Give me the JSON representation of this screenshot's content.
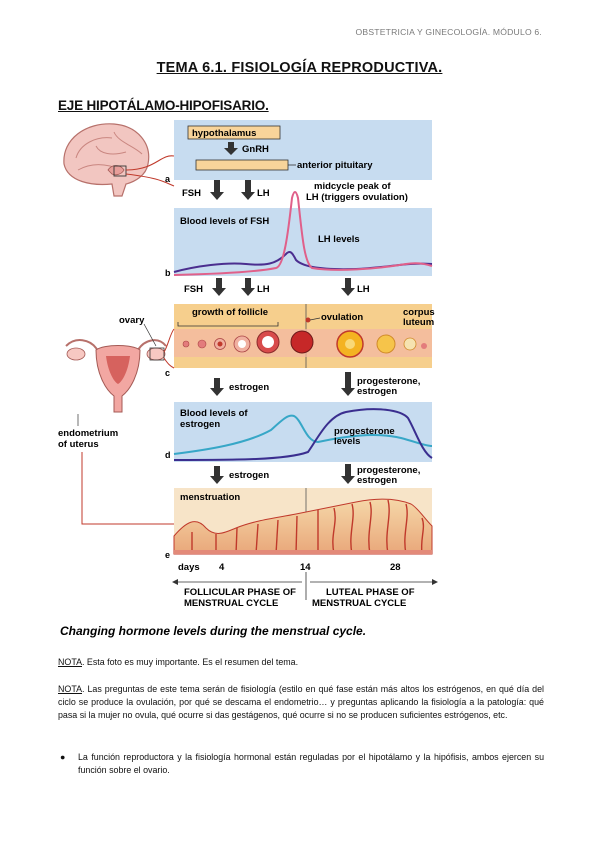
{
  "header": "OBSTETRICIA Y GINECOLOGÍA. MÓDULO 6.",
  "title": "TEMA 6.1. FISIOLOGÍA REPRODUCTIVA.",
  "section": "EJE HIPOTÁLAMO-HIPOFISARIO.",
  "figure": {
    "hypothalamus": "hypothalamus",
    "gnrh": "GnRH",
    "anterior_pituitary": "anterior pituitary",
    "panel_a": "a",
    "panel_b": "b",
    "panel_c": "c",
    "panel_d": "d",
    "panel_e": "e",
    "fsh": "FSH",
    "lh": "LH",
    "midcycle_1": "midcycle peak of",
    "midcycle_2": "LH (triggers ovulation)",
    "blood_fsh": "Blood levels of FSH",
    "lh_levels": "LH levels",
    "ovary": "ovary",
    "growth_follicle": "growth of follicle",
    "ovulation": "ovulation",
    "corpus_1": "corpus",
    "corpus_2": "luteum",
    "estrogen": "estrogen",
    "progesterone": "progesterone,",
    "estrogen_c": "estrogen",
    "blood_estrogen_1": "Blood levels of",
    "blood_estrogen_2": "estrogen",
    "progesterone_levels_1": "progesterone",
    "progesterone_levels_2": "levels",
    "endometrium_1": "endometrium",
    "endometrium_2": "of uterus",
    "menstruation": "menstruation",
    "days": "days",
    "day4": "4",
    "day14": "14",
    "day28": "28",
    "follicular_1": "FOLLICULAR PHASE OF",
    "follicular_2": "MENSTRUAL CYCLE",
    "luteal_1": "LUTEAL PHASE OF",
    "luteal_2": "MENSTRUAL CYCLE",
    "caption": "Changing hormone levels during the menstrual cycle."
  },
  "notes": [
    {
      "label": "NOTA",
      "text": ". Esta foto es muy importante. Es el resumen del tema."
    },
    {
      "label": "NOTA",
      "text": ". Las preguntas de este tema serán de fisiología (estilo en qué fase están más altos los estrógenos, en qué día del ciclo se produce la ovulación, por qué se descama el endometrio… y preguntas aplicando la fisiología a la patología: qué pasa si la mujer no ovula, qué ocurre si das gestágenos, qué ocurre si no se producen suficientes estrógenos, etc."
    }
  ],
  "bullets": [
    "La función reproductora y la fisiología hormonal están reguladas por el hipotálamo y la hipófisis, ambos ejercen su función sobre el ovario."
  ],
  "colors": {
    "panel_blue": "#c7dcf0",
    "follicle_bg": "#f6cf8d",
    "endometrium_bg": "#f3c792",
    "fsh_curve": "#4b2e8f",
    "lh_curve": "#e0608a",
    "estrogen_curve": "#37a7c7",
    "progesterone_curve": "#3a2e8f"
  }
}
